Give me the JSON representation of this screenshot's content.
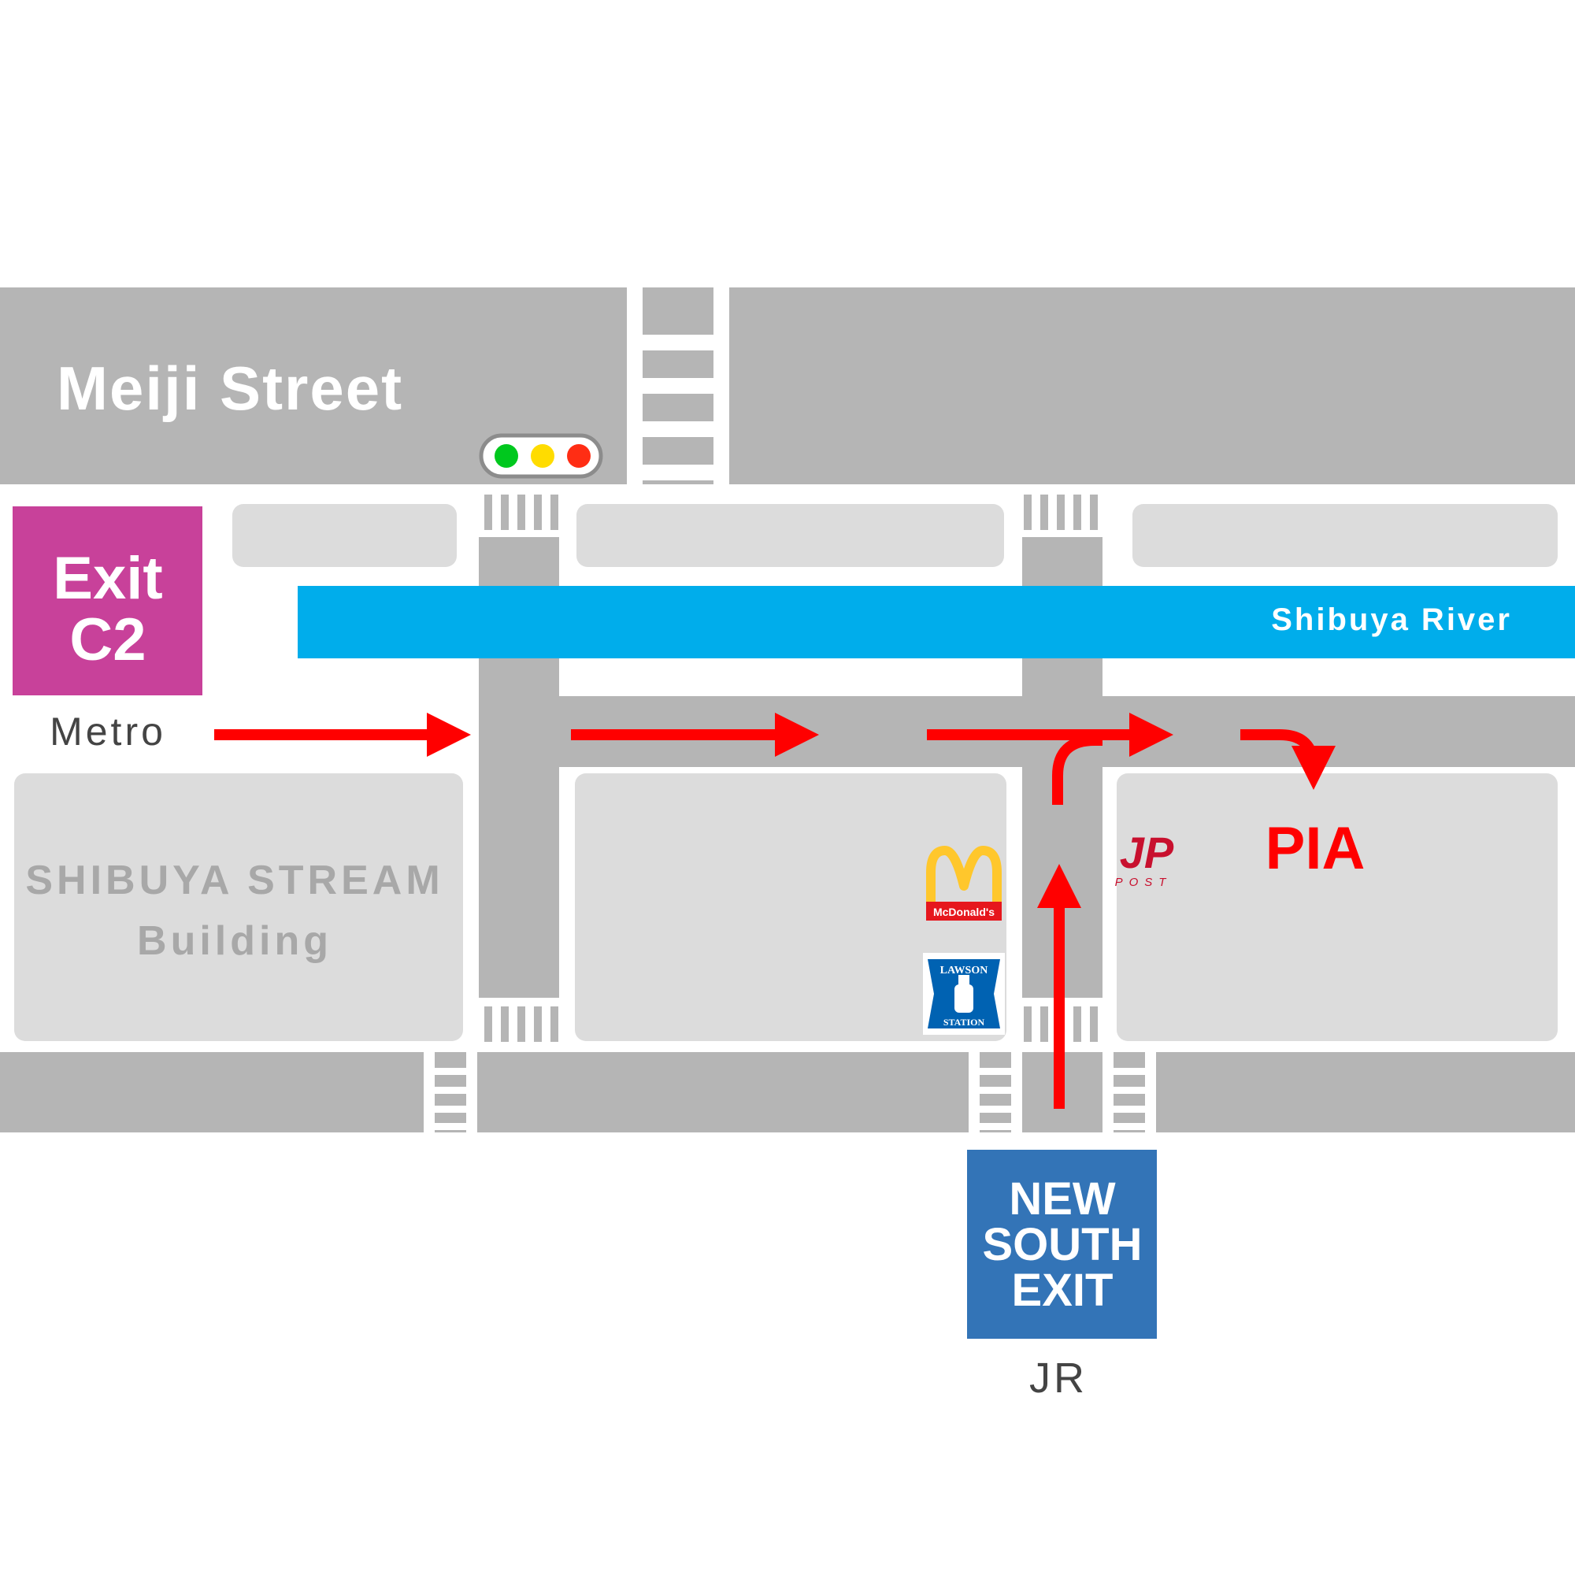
{
  "streets": {
    "meiji": "Meiji Street"
  },
  "river": {
    "label": "Shibuya River",
    "color": "#00adeb"
  },
  "exits": {
    "metro": {
      "line1": "Exit",
      "line2": "C2",
      "sublabel": "Metro",
      "color": "#c8419a"
    },
    "jr": {
      "line1": "NEW",
      "line2": "SOUTH",
      "line3": "EXIT",
      "sublabel": "JR",
      "color": "#3374b7"
    }
  },
  "buildings": {
    "stream": {
      "line1": "SHIBUYA STREAM",
      "line2": "Building"
    }
  },
  "destination": {
    "label": "PIA",
    "color": "#ff0000"
  },
  "landmarks": {
    "mcdonalds": {
      "name": "McDonald's",
      "icon": "mcdonalds-logo-icon"
    },
    "lawson": {
      "line1": "LAWSON",
      "line2": "STATION",
      "icon": "lawson-logo-icon"
    },
    "post": {
      "mark": "JP",
      "sub": "POST",
      "icon": "japan-post-logo-icon"
    }
  },
  "traffic_light": {
    "colors": [
      "#00c81e",
      "#ffdc00",
      "#ff2d14"
    ],
    "icon": "traffic-light-icon"
  },
  "colors": {
    "road": "#b5b5b5",
    "block": "#dcdcdc",
    "route": "#ff0000"
  }
}
